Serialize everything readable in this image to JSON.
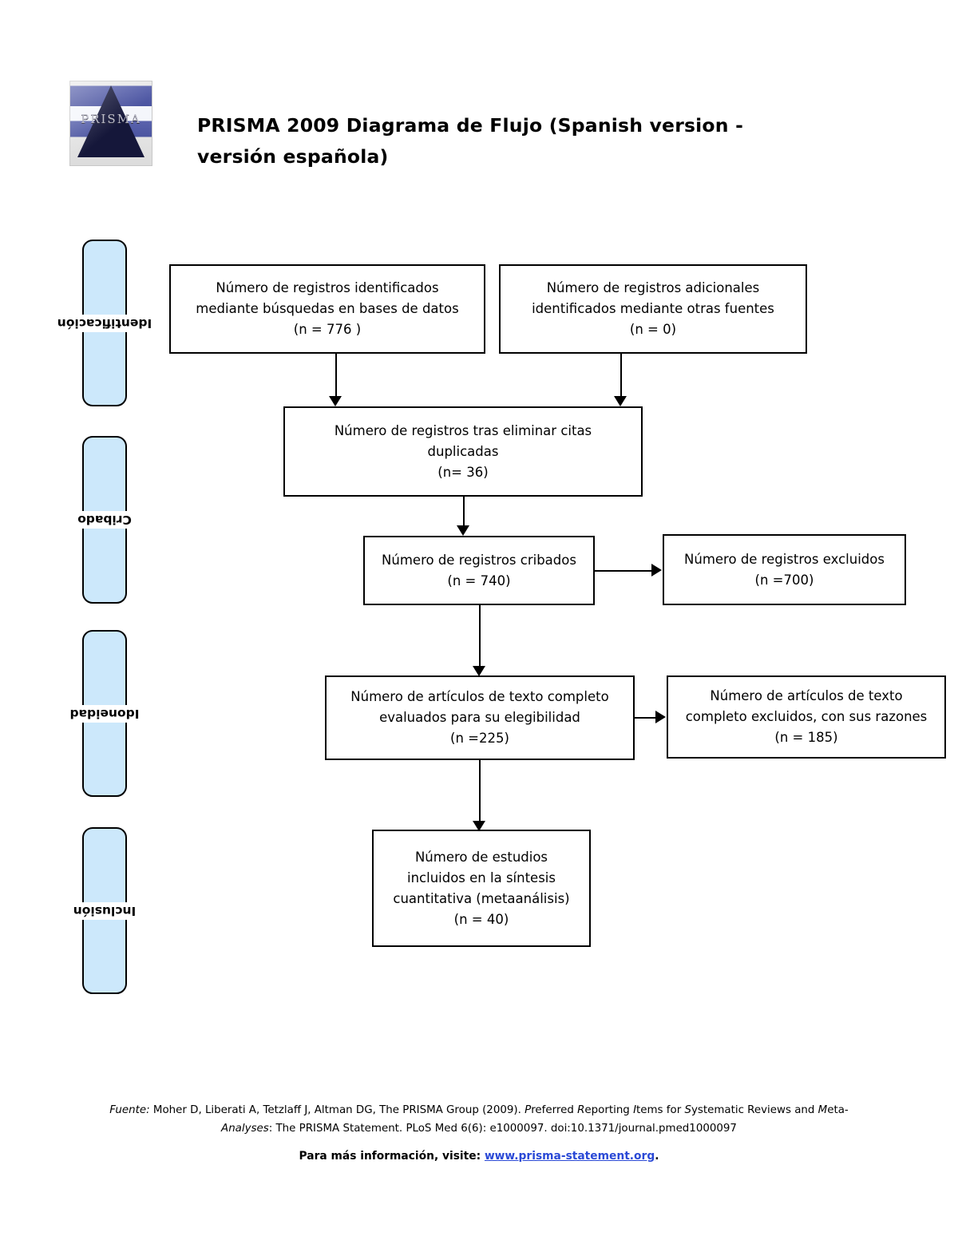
{
  "header": {
    "logo_icon": "prisma-pyramid-logo",
    "logo_wordmark": "PRISMA",
    "title": "PRISMA 2009 Diagrama de Flujo (Spanish version - versión española)"
  },
  "stages": [
    {
      "label": "Identificación",
      "rotated": true
    },
    {
      "label": "Cribado",
      "rotated": true
    },
    {
      "label": "Idoneidad",
      "rotated": true
    },
    {
      "label": "Inclusión",
      "rotated": true
    }
  ],
  "boxes": {
    "identified_databases": "Número de registros identificados\nmediante búsquedas en bases de datos\n(n = 776  )",
    "identified_other": "Número de registros adicionales\nidentificados mediante otras fuentes\n(n = 0)",
    "duplicates_removed": "Número de registros tras eliminar citas\nduplicadas\n(n= 36)",
    "screened": "Número de registros cribados\n(n = 740)",
    "records_excluded": "Número de registros excluidos\n(n =700)",
    "fulltext_assessed": "Número de artículos de texto completo\nevaluados para su elegibilidad\n(n =225)",
    "fulltext_excluded": "Número de artículos de texto\ncompleto excluidos, con sus razones\n(n = 185)",
    "included_quantitative": "Número de estudios\nincluidos en la síntesis\ncuantitativa (metaanálisis)\n(n = 40)"
  },
  "footer": {
    "source_label": "Fuente:",
    "citation_line1_a": " Moher D, Liberati A, Tetzlaff J, Altman DG, The PRISMA Group (2009). ",
    "citation_line1_b": "P",
    "citation_line1_c": "referred ",
    "citation_line1_d": "R",
    "citation_line1_e": "eporting ",
    "citation_line1_f": "I",
    "citation_line1_g": "tems for ",
    "citation_line1_h": "S",
    "citation_line1_i": "ystematic Reviews and ",
    "citation_line1_j": "M",
    "citation_line1_k": "eta-",
    "citation_line2_a": "Analyses",
    "citation_line2_b": ": The PRISMA Statement. PLoS Med 6(6): e1000097. doi:10.1371/journal.pmed1000097",
    "more_info_text": "Para más información, visite: ",
    "more_info_link": "www.prisma-statement.org",
    "more_info_suffix": ".",
    "link_color": "#2a49d6"
  },
  "colors": {
    "stage_bar_fill": "#cce8fb",
    "stage_bar_border": "#000000",
    "box_border": "#000000",
    "box_fill": "#ffffff",
    "page_background": "#ffffff"
  }
}
